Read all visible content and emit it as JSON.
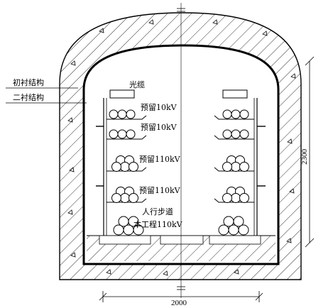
{
  "labels": {
    "lining_primary": "初衬结构",
    "lining_secondary": "二衬结构",
    "fiber_cable": "光缆",
    "reserved_10kv_1": "预留10kV",
    "reserved_10kv_2": "预留10kV",
    "reserved_110kv_1": "预留110kV",
    "reserved_110kv_2": "预留110kV",
    "walkway": "人行步道",
    "this_project": "本工程110kV"
  },
  "dimensions": {
    "width": "2000",
    "height": "2300"
  }
}
